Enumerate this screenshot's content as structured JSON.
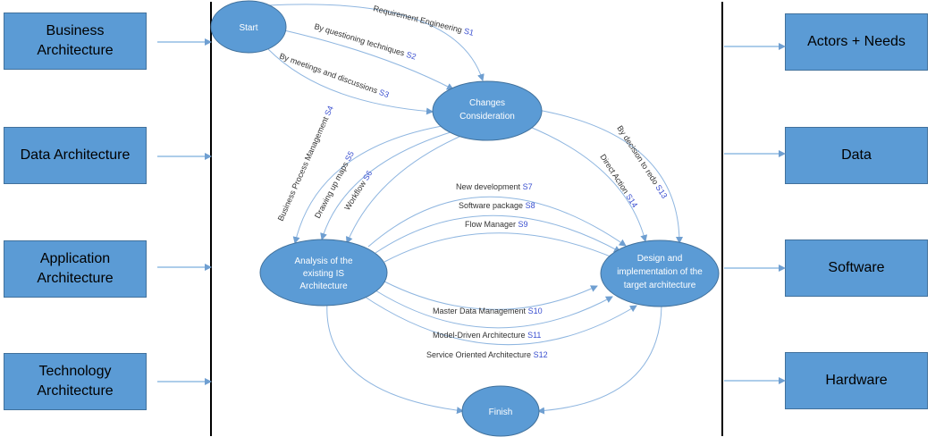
{
  "left_boxes": [
    {
      "label": "Business\nArchitecture"
    },
    {
      "label": "Data Architecture"
    },
    {
      "label": "Application\nArchitecture"
    },
    {
      "label": "Technology\nArchitecture"
    }
  ],
  "right_boxes": [
    {
      "label": "Actors + Needs"
    },
    {
      "label": "Data"
    },
    {
      "label": "Software"
    },
    {
      "label": "Hardware"
    }
  ],
  "nodes": {
    "start": {
      "lines": [
        "Start"
      ]
    },
    "changes": {
      "lines": [
        "Changes",
        "Consideration"
      ]
    },
    "analysis": {
      "lines": [
        "Analysis of the",
        "existing IS",
        "Architecture"
      ]
    },
    "design": {
      "lines": [
        "Design and",
        "implementation of the",
        "target architecture"
      ]
    },
    "finish": {
      "lines": [
        "Finish"
      ]
    }
  },
  "transitions": [
    {
      "text": "Requirement Engineering",
      "id": "S1"
    },
    {
      "text": "By questioning techniques",
      "id": "S2"
    },
    {
      "text": "By meetings and discussions",
      "id": "S3"
    },
    {
      "text": "Business Process Management",
      "id": "S4"
    },
    {
      "text": "Drawing up maps",
      "id": "S5"
    },
    {
      "text": "Workflow",
      "id": "S6"
    },
    {
      "text": "New development",
      "id": "S7"
    },
    {
      "text": "Software package",
      "id": "S8"
    },
    {
      "text": "Flow Manager",
      "id": "S9"
    },
    {
      "text": "Master Data Management",
      "id": "S10"
    },
    {
      "text": "Model-Driven Architecture",
      "id": "S11"
    },
    {
      "text": "Service Oriented Architecture",
      "id": "S12"
    },
    {
      "text": "By decision to redo",
      "id": "S13"
    },
    {
      "text": "Direct Action",
      "id": "S14"
    }
  ],
  "colors": {
    "box_fill": "#5b9bd5",
    "arrow": "#8fb6e0",
    "strategy_id": "#3a4fd0"
  }
}
